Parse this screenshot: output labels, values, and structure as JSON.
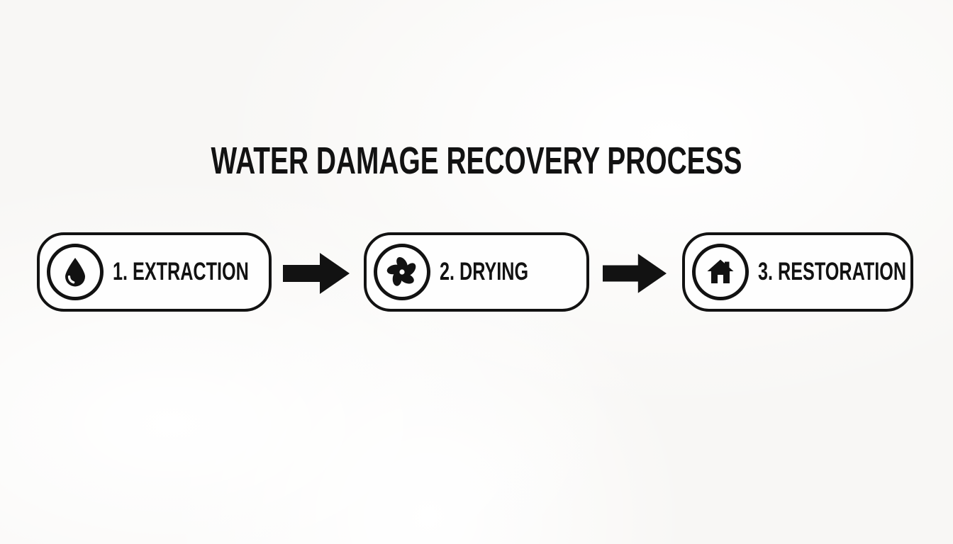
{
  "title": "WATER DAMAGE RECOVERY PROCESS",
  "colors": {
    "ink": "#121212",
    "background": "#f8f7f5",
    "box_fill": "#fefefe"
  },
  "steps": [
    {
      "label": "1. EXTRACTION",
      "icon": "water-drop-icon"
    },
    {
      "label": "2. DRYING",
      "icon": "fan-icon"
    },
    {
      "label": "3. RESTORATION",
      "icon": "house-icon"
    }
  ],
  "connectors": [
    {
      "icon": "arrow-right-icon"
    },
    {
      "icon": "arrow-right-icon"
    }
  ]
}
